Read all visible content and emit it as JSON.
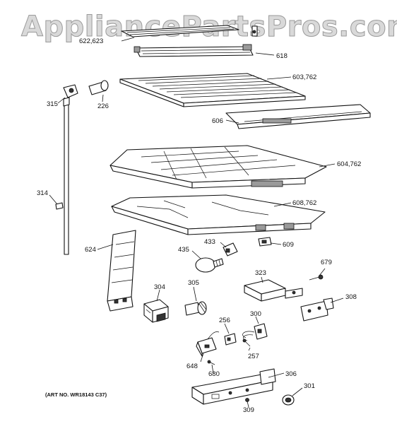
{
  "watermark": "AppliancePartsPros.com",
  "art_number": "(ART NO. WR18143 C37)",
  "parts": {
    "p622": "622,623",
    "p618": "618",
    "p603": "603,762",
    "p315": "315",
    "p226": "226",
    "p606": "606",
    "p604": "604,762",
    "p314": "314",
    "p608": "608,762",
    "p624": "624",
    "p433": "433",
    "p609": "609",
    "p435": "435",
    "p679": "679",
    "p323": "323",
    "p304": "304",
    "p305": "305",
    "p308": "308",
    "p256": "256",
    "p300": "300",
    "p257": "257",
    "p648": "648",
    "p680": "680",
    "p306": "306",
    "p301": "301",
    "p309": "309"
  }
}
